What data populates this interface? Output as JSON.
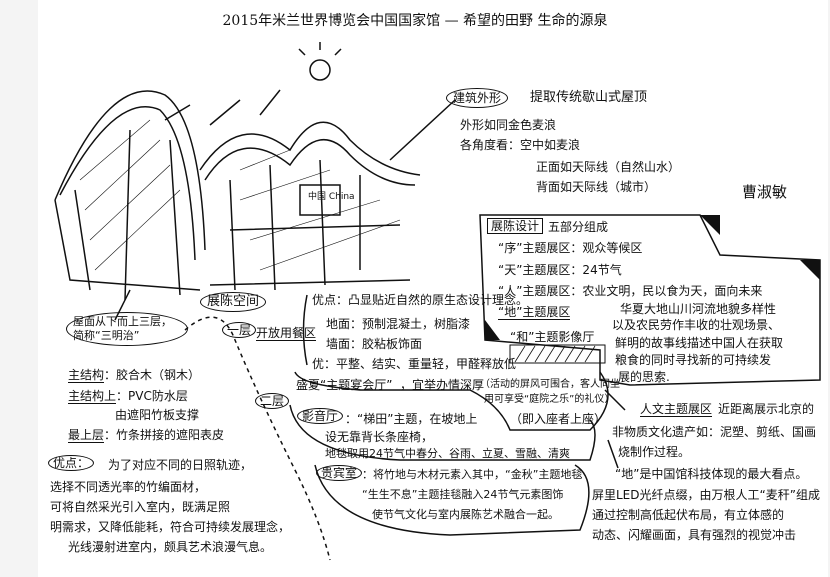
{
  "title": "2015年米兰世界博览会中国国家馆 — 希望的田野 生命的源泉",
  "author": "曹淑敏",
  "building_sign": "中国 China",
  "exterior": {
    "label": "建筑外形",
    "lines": [
      "提取传统歇山式屋顶",
      "外形如同金色麦浪",
      "各角度看：空中如麦浪",
      "正面如天际线（自然山水）",
      "背面如天际线（城市）"
    ]
  },
  "exhibit_design": {
    "label": "展陈设计",
    "summary": "五部分组成",
    "items": [
      "“序”主题展区：观众等候区",
      "“天”主题展区：24节气",
      "“人”主题展区：农业文明，民以食为天，面向未来",
      "“地”主题展区",
      "“和”主题影像厅"
    ],
    "di_detail": [
      "华夏大地山川河流地貌多样性",
      "以及农民劳作丰收的壮观场景、",
      "鲜明的故事线描述中国人在获取",
      "粮食的同时寻找新的可持续发",
      "展的思索."
    ]
  },
  "roof": {
    "label": "屋面从下而上三层，简称“三明治”",
    "lines": [
      {
        "key": "主结构",
        "text": "：胶合木（钢木）"
      },
      {
        "key": "主结构上",
        "text": "：PVC防水层"
      },
      {
        "key": "",
        "text": "由遮阳竹板支撑"
      },
      {
        "key": "最上层",
        "text": "：竹条拼接的遮阳表皮"
      }
    ],
    "advantage_label": "优点：",
    "advantages": [
      "为了对应不同的日照轨迹，",
      "选择不同透光率的竹编面材，",
      "可将自然采光引入室内，既满足照",
      "明需求，又降低能耗，符合可持续发展理念，",
      "光线漫射进室内，颇具艺术浪漫气息。"
    ]
  },
  "exhibit_space": {
    "label": "展陈空间",
    "floor1": {
      "label": "一层",
      "text": "开放用餐区",
      "details": [
        "优点：凸显贴近自然的原生态设计理念。",
        "地面：预制混凝土，树脂漆",
        "墙面：胶粘板饰面",
        "优：平整、结实、重量轻，甲醛释放低"
      ]
    },
    "floor2": {
      "label": "二层",
      "summer_label": "盛夏“主题宴会厅”",
      "summer_text": "，宜举办情深厚",
      "summer_note": [
        "（活动的屏风可围合，客人同坐",
        "用可享受“庭院之乐”的礼仪）"
      ],
      "summer_note2": "（即入座者上座）",
      "av": {
        "label": "影音厅",
        "lines": [
          "：“梯田”主题，在坡地上",
          "设无靠背长条座椅，",
          "地毯取用24节气中春分、谷雨、立夏、雪融、清爽"
        ]
      },
      "vip": {
        "label": "贵宾室",
        "lines": [
          "：将竹地与木材元素入其中，“金秋”主题地毯",
          "“生生不息”主题挂毯融入24节气元素图饰",
          "使节气文化与室内展陈艺术融合一起。"
        ]
      }
    }
  },
  "lower_right": {
    "ren_label": "人文主题展区",
    "ren_lines": [
      "近距离展示北京的",
      "非物质文化遗产如：泥塑、剪纸、国画",
      "烧制作过程。"
    ],
    "di_lines": [
      "“地”是中国馆科技体现的最大看点。",
      "屏里LED光纤点缀，由万根人工“麦秆”组成",
      "通过控制高低起伏布局，有立体感的",
      "动态、闪耀画面，具有强烈的视觉冲击"
    ]
  },
  "colors": {
    "ink": "#111111",
    "paper": "#ffffff"
  }
}
